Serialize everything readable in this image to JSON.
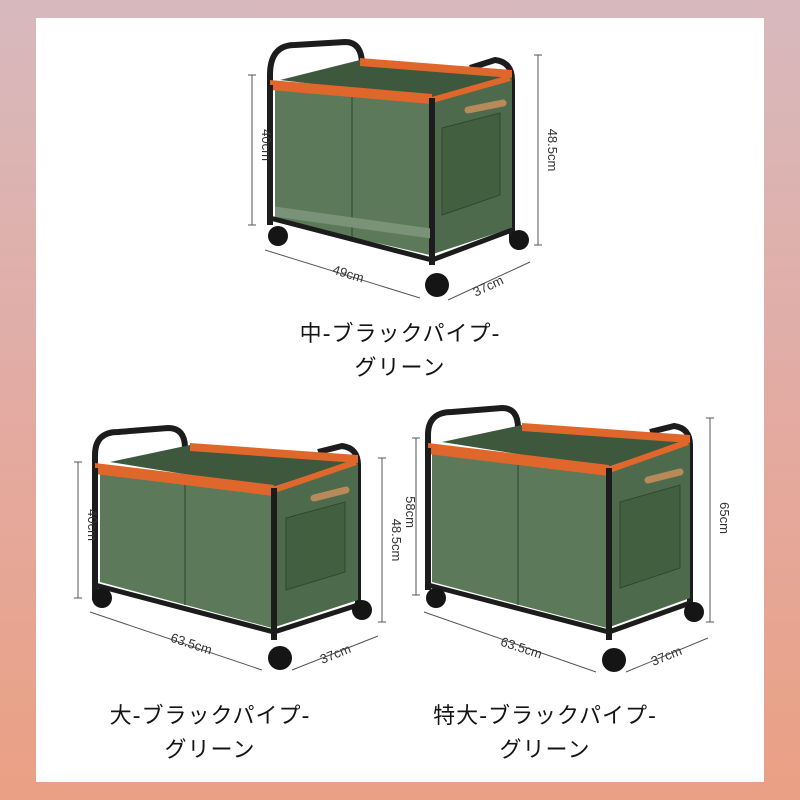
{
  "products": [
    {
      "id": "medium",
      "dims": {
        "height_inner": "40cm",
        "height_total": "48.5cm",
        "width": "49cm",
        "depth": "37cm"
      },
      "caption_line1": "中-ブラックパイプ-",
      "caption_line2": "グリーン"
    },
    {
      "id": "large",
      "dims": {
        "height_inner": "40cm",
        "height_total": "48.5cm",
        "width": "63.5cm",
        "depth": "37cm"
      },
      "caption_line1": "大-ブラックパイプ-",
      "caption_line2": "グリーン"
    },
    {
      "id": "xlarge",
      "dims": {
        "height_inner": "58cm",
        "height_total": "65cm",
        "width": "63.5cm",
        "depth": "37cm"
      },
      "caption_line1": "特大-ブラックパイプ-",
      "caption_line2": "グリーン"
    }
  ],
  "colors": {
    "fabric": "#4d6b4c",
    "fabric_light": "#5c7a5a",
    "fabric_dark": "#3d583d",
    "frame": "#1c1c1c",
    "rim": "#e0672b"
  }
}
